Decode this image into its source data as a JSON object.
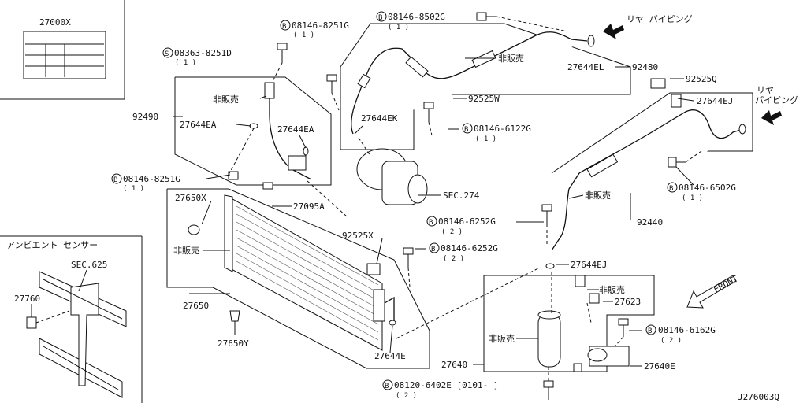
{
  "diagram_code": "J276003Q",
  "front_label": "FRONT",
  "inset_title": "アンビエント センサー",
  "labels": {
    "p27000X": "27000X",
    "s08363": "08363-8251D",
    "s08363_qty": "( 1 )",
    "b08146_8251G_top": "08146-8251G",
    "b08146_8251G_top_qty": "( 1 )",
    "b08146_8502G": "08146-8502G",
    "b08146_8502G_qty": "( 1 )",
    "rear_piping_1": "リヤ パイピング",
    "rear_piping_2a": "リヤ",
    "rear_piping_2b": "パイピング",
    "not_sold_1": "非販売",
    "not_sold_2": "非販売",
    "not_sold_3": "非販売",
    "not_sold_4": "非販売",
    "not_sold_5": "非販売",
    "not_sold_6": "非販売",
    "p27644EL": "27644EL",
    "p92480": "92480",
    "p92525Q": "92525Q",
    "p27644EJ_top": "27644EJ",
    "p92490": "92490",
    "p27644EA_1": "27644EA",
    "p27644EA_2": "27644EA",
    "p27644EK": "27644EK",
    "p92525W": "92525W",
    "b08146_6122G": "08146-6122G",
    "b08146_6122G_qty": "( 1 )",
    "b08146_6502G": "08146-6502G",
    "b08146_6502G_qty": "( 1 )",
    "b08146_8251G_left": "08146-8251G",
    "b08146_8251G_left_qty": "( 1 )",
    "p27650X": "27650X",
    "p27095A": "27095A",
    "sec274": "SEC.274",
    "b08146_6252G_1": "08146-6252G",
    "b08146_6252G_1_qty": "( 2 )",
    "p92440": "92440",
    "p92525X": "92525X",
    "b08146_6252G_2": "08146-6252G",
    "b08146_6252G_2_qty": "( 2 )",
    "p27644EJ_mid": "27644EJ",
    "sec625": "SEC.625",
    "p27760": "27760",
    "p27650": "27650",
    "p27623": "27623",
    "b08146_6162G": "08146-6162G",
    "b08146_6162G_qty": "( 2 )",
    "p27650Y": "27650Y",
    "p27644E": "27644E",
    "p27640": "27640",
    "p27640E": "27640E",
    "b08120_6402E": "08120-6402E [0101-  ]",
    "b08120_6402E_qty": "( 2 )",
    "bolt_prefix_b": "B",
    "bolt_prefix_s": "S"
  },
  "icons": {
    "bolt": "bolt-icon",
    "arrow": "direction-arrow-icon",
    "circle_b": "circled-b-icon",
    "circle_s": "circled-s-icon"
  }
}
